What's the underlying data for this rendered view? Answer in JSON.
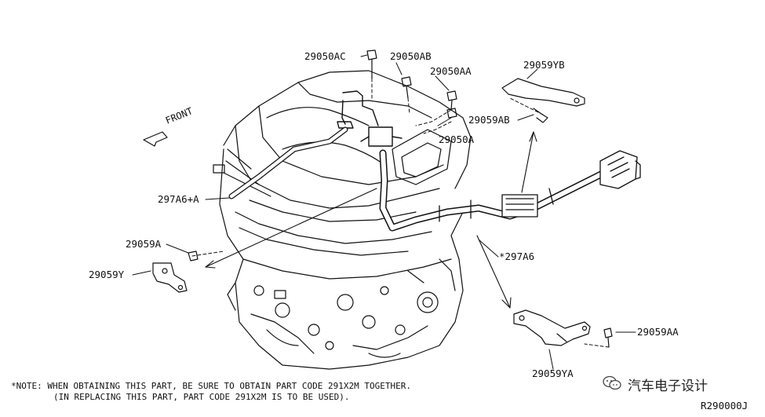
{
  "diagram": {
    "front_label": "FRONT",
    "parts": {
      "p_29050AC": "29050AC",
      "p_29050AB": "29050AB",
      "p_29050AA": "29050AA",
      "p_29050A": "29050A",
      "p_29059YB": "29059YB",
      "p_29059AB": "29059AB",
      "p_297A6_A": "297A6+A",
      "p_297A6": "*297A6",
      "p_29059A": "29059A",
      "p_29059Y": "29059Y",
      "p_29059AA": "29059AA",
      "p_29059YA": "29059YA"
    },
    "note_line1": "*NOTE: WHEN OBTAINING THIS PART, BE SURE TO OBTAIN PART CODE 291X2M TOGETHER.",
    "note_line2": "(IN REPLACING THIS PART, PART CODE 291X2M IS TO BE USED).",
    "drawing_code": "R290000J",
    "watermark": "汽车电子设计"
  }
}
